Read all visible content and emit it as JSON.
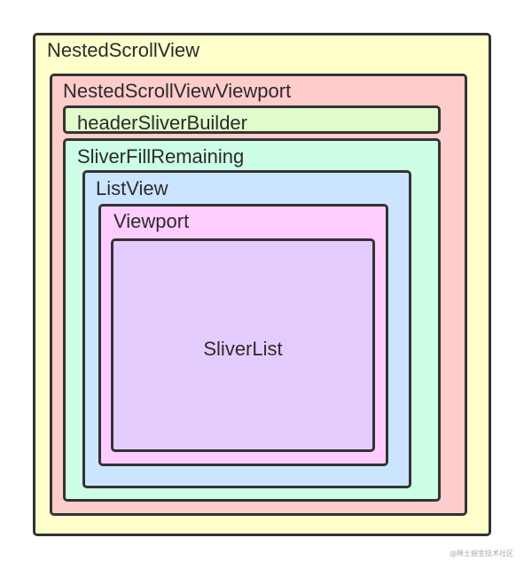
{
  "boxes": {
    "nested_scroll_view": {
      "label": "NestedScrollView",
      "fill": "#FFFFCC"
    },
    "nested_scroll_view_viewport": {
      "label": "NestedScrollViewViewport",
      "fill": "#FFCCCC"
    },
    "header_sliver_builder": {
      "label": "headerSliverBuilder",
      "fill": "#E2FBCB"
    },
    "sliver_fill_remaining": {
      "label": "SliverFillRemaining",
      "fill": "#CCFFE5"
    },
    "list_view": {
      "label": "ListView",
      "fill": "#CCE5FF"
    },
    "viewport": {
      "label": "Viewport",
      "fill": "#FFCCFF"
    },
    "sliver_list": {
      "label": "SliverList",
      "fill": "#E5CCFF"
    }
  },
  "border_color": "#333333",
  "watermark": "@稀土掘金技术社区"
}
